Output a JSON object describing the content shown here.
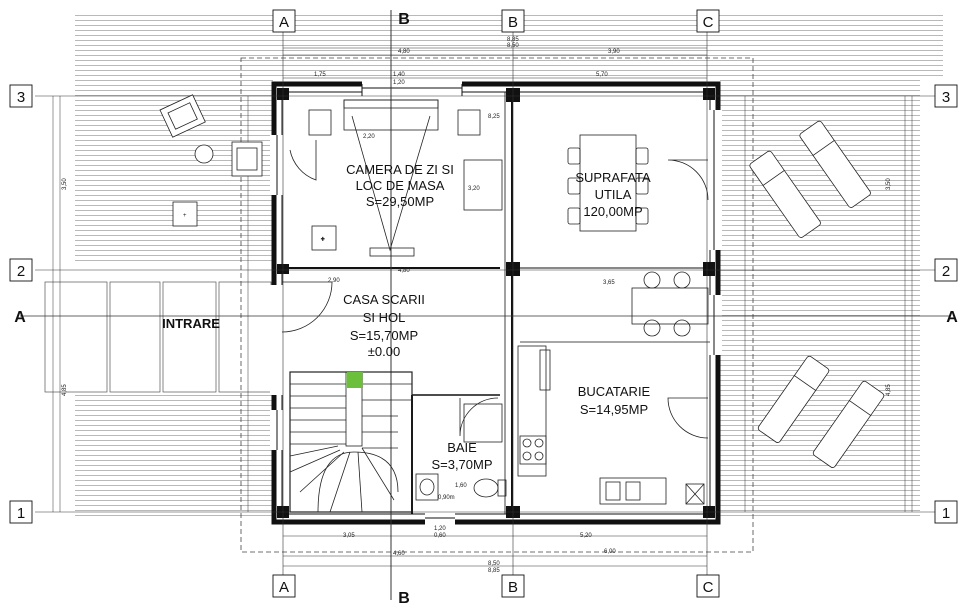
{
  "axes": {
    "letters_top": [
      "A",
      "B",
      "C"
    ],
    "letters_bottom": [
      "A",
      "B",
      "C"
    ],
    "numbers_left": [
      "3",
      "2",
      "1"
    ],
    "numbers_right": [
      "3",
      "2",
      "1"
    ]
  },
  "section_markers": {
    "top": "B",
    "bottom": "B",
    "left": "A",
    "right": "A"
  },
  "rooms": {
    "living_line1": "CAMERA DE ZI SI",
    "living_line2": "LOC DE MASA",
    "living_area": "S=29,50MP",
    "utility_line1": "SUPRAFATA",
    "utility_line2": "UTILA",
    "utility_area": "120,00MP",
    "stair_line1": "CASA SCARII",
    "stair_line2": "SI HOL",
    "stair_area": "S=15,70MP",
    "stair_level": "±0.00",
    "entry": "INTRARE",
    "kitchen": "BUCATARIE",
    "kitchen_area": "S=14,95MP",
    "bath": "BAIE",
    "bath_area": "S=3,70MP"
  },
  "dimensions": {
    "top_1": "4,80",
    "top_2": "8,85",
    "top_3": "8,50",
    "top_4": "3,90",
    "top_5": "1,75",
    "top_6": "1,40",
    "top_7": "1,20",
    "top_8": "5,70",
    "mid_1": "2,90",
    "mid_2": "4,80",
    "mid_3": "3,65",
    "mid_4": "3,20",
    "bot_1": "3,05",
    "bot_2": "1,20",
    "bot_3": "5,20",
    "bot_4": "0,60",
    "bot_5": "4,60",
    "bot_6": "6,00",
    "bot_7": "8,50",
    "bot_8": "8,85",
    "left_1": "3,50",
    "left_2": "4,85",
    "right_1": "3,50",
    "right_2": "4,85",
    "inner_1": "2,20",
    "inner_2": "8,25",
    "inner_3": "1,60",
    "inner_4": "0,90m"
  }
}
